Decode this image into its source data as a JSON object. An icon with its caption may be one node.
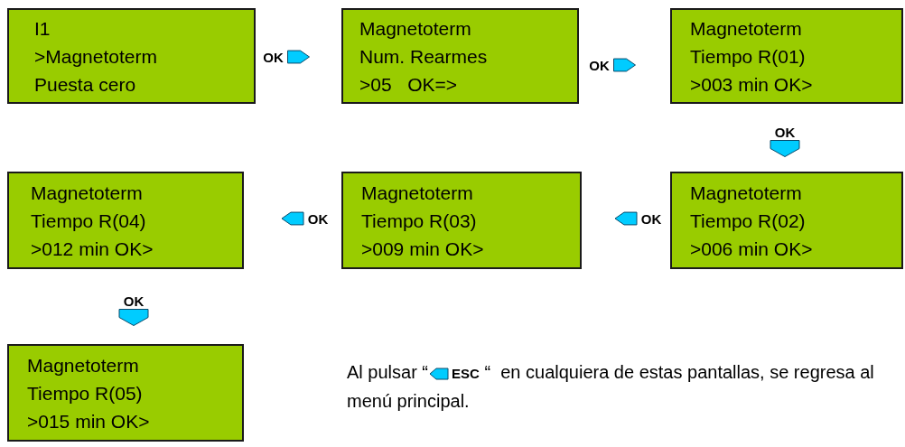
{
  "diagram": {
    "nodes": [
      {
        "text": [
          "I1",
          ">Magnetoterm",
          "Puesta cero"
        ]
      },
      {
        "text": [
          "Magnetoterm",
          "Num. Rearmes",
          ">05   OK=>"
        ]
      },
      {
        "text": [
          "Magnetoterm",
          "Tiempo R(01)",
          ">003 min OK>"
        ]
      },
      {
        "text": [
          "Magnetoterm",
          "Tiempo R(04)",
          ">012 min OK>"
        ]
      },
      {
        "text": [
          "Magnetoterm",
          "Tiempo R(03)",
          ">009 min OK>"
        ]
      },
      {
        "text": [
          "Magnetoterm",
          "Tiempo R(02)",
          ">006 min OK>"
        ]
      },
      {
        "text": [
          "Magnetoterm",
          "Tiempo R(05)",
          ">015 min OK>"
        ]
      }
    ],
    "edges": [
      {
        "from": 0,
        "to": 1,
        "arrow": "to",
        "label": "OK"
      },
      {
        "from": 1,
        "to": 2,
        "arrow": "to",
        "label": "OK"
      },
      {
        "from": 2,
        "to": 5,
        "arrow": "to",
        "label": "OK"
      },
      {
        "from": 5,
        "to": 4,
        "arrow": "to",
        "label": "OK"
      },
      {
        "from": 4,
        "to": 3,
        "arrow": "to",
        "label": "OK"
      },
      {
        "from": 3,
        "to": 6,
        "arrow": "to",
        "label": "OK"
      }
    ],
    "labels": [
      "Al pulsar “",
      "ESC",
      "“  en cualquiera de estas pantallas, se regresa al menú principal."
    ]
  }
}
